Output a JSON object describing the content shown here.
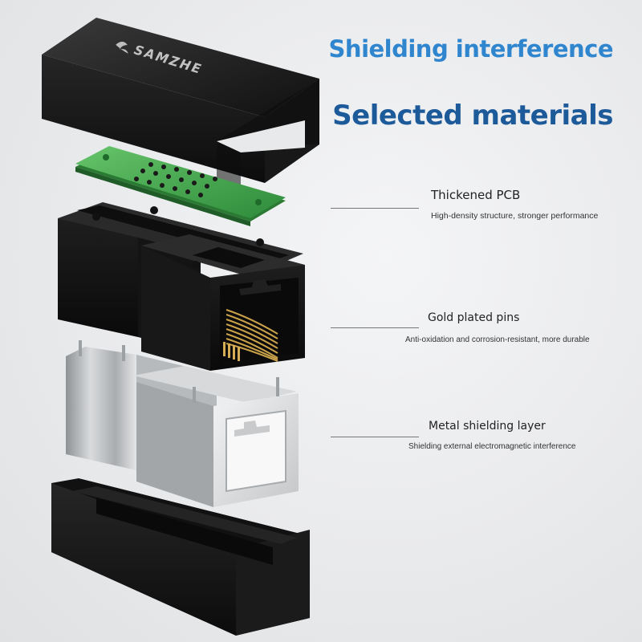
{
  "headlines": {
    "primary": "Shielding interference",
    "secondary": "Selected materials"
  },
  "brand_logo": "SAMZHE",
  "callouts": [
    {
      "title": "Thickened PCB",
      "description": "High-density structure, stronger performance"
    },
    {
      "title": "Gold plated pins",
      "description": "Anti-oxidation and corrosion-resistant, more durable"
    },
    {
      "title": "Metal shielding layer",
      "description": "Shielding external electromagnetic interference"
    }
  ],
  "colors": {
    "headline_primary": "#2f86cf",
    "headline_secondary": "#1d5a9a",
    "pcb_green": "#3fa84a",
    "housing_black": "#161616",
    "shield_metal": "#b9bcbf",
    "pin_gold": "#c9a24a"
  }
}
